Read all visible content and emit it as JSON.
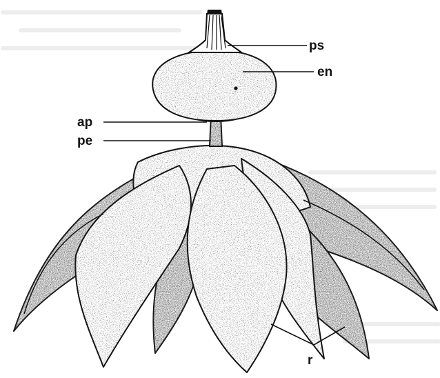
{
  "figure": {
    "labels": {
      "ps": "ps",
      "en": "en",
      "ap": "ap",
      "pe": "pe",
      "r": "r"
    }
  },
  "colors": {
    "ink": "#111111",
    "paper": "#ffffff",
    "stipple": "#2a2a2a"
  }
}
